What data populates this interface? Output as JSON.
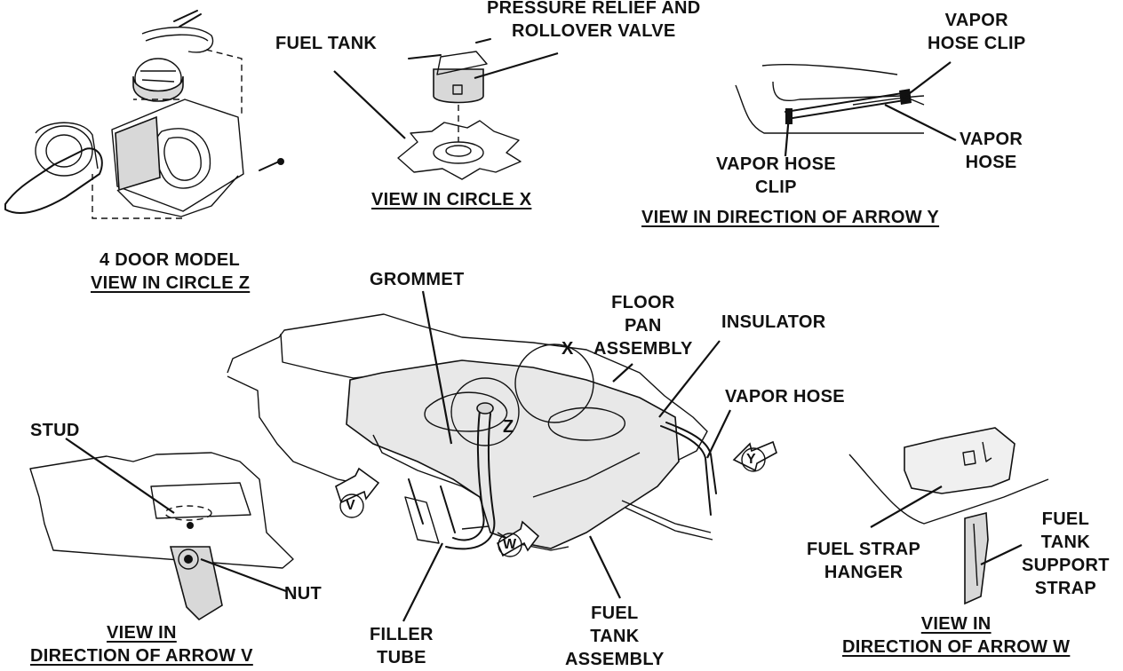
{
  "labels": {
    "pressure_relief": [
      "PRESSURE RELIEF AND",
      "ROLLOVER VALVE"
    ],
    "fuel_tank_top": "FUEL TANK",
    "vapor_hose_clip_top": [
      "VAPOR",
      "HOSE CLIP"
    ],
    "vapor_hose_right": [
      "VAPOR",
      "HOSE"
    ],
    "vapor_hose_clip_mid": [
      "VAPOR HOSE",
      "CLIP"
    ],
    "view_circle_x": "VIEW IN CIRCLE X",
    "view_arrow_y": "VIEW IN DIRECTION OF ARROW Y",
    "four_door_model": "4 DOOR MODEL",
    "view_circle_z": "VIEW IN CIRCLE Z",
    "grommet": "GROMMET",
    "floor_pan_assembly": [
      "FLOOR",
      "PAN",
      "ASSEMBLY"
    ],
    "insulator": "INSULATOR",
    "vapor_hose_main": "VAPOR HOSE",
    "stud": "STUD",
    "nut": "NUT",
    "view_arrow_v": [
      "VIEW IN",
      "DIRECTION OF ARROW V"
    ],
    "filler_tube": [
      "FILLER",
      "TUBE"
    ],
    "fuel_tank_assembly": [
      "FUEL",
      "TANK",
      "ASSEMBLY"
    ],
    "fuel_strap_hanger": [
      "FUEL STRAP",
      "HANGER"
    ],
    "fuel_tank_support_strap": [
      "FUEL",
      "TANK",
      "SUPPORT",
      "STRAP"
    ],
    "view_arrow_w": [
      "VIEW IN",
      "DIRECTION OF ARROW W"
    ]
  },
  "markers": {
    "x": "X",
    "z": "Z",
    "y": "Y",
    "v": "V",
    "w": "W"
  }
}
